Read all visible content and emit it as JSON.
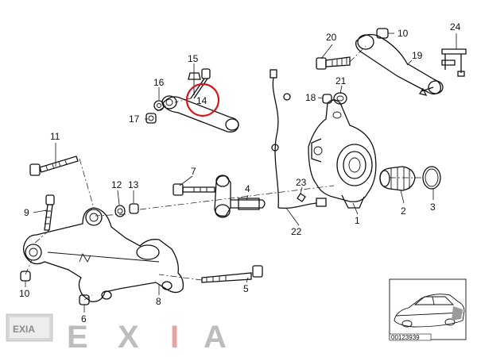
{
  "diagram": {
    "callouts": [
      {
        "id": "c15",
        "text": "15"
      },
      {
        "id": "c16",
        "text": "16"
      },
      {
        "id": "c14",
        "text": "14"
      },
      {
        "id": "c17",
        "text": "17"
      },
      {
        "id": "c20",
        "text": "20"
      },
      {
        "id": "c10a",
        "text": "10"
      },
      {
        "id": "c24",
        "text": "24"
      },
      {
        "id": "c19",
        "text": "19"
      },
      {
        "id": "c21",
        "text": "21"
      },
      {
        "id": "c18",
        "text": "18"
      },
      {
        "id": "c11",
        "text": "11"
      },
      {
        "id": "c7",
        "text": "7"
      },
      {
        "id": "c4",
        "text": "4"
      },
      {
        "id": "c12",
        "text": "12"
      },
      {
        "id": "c13",
        "text": "13"
      },
      {
        "id": "c23",
        "text": "23"
      },
      {
        "id": "c9",
        "text": "9"
      },
      {
        "id": "c2",
        "text": "2"
      },
      {
        "id": "c3",
        "text": "3"
      },
      {
        "id": "c1",
        "text": "1"
      },
      {
        "id": "c22",
        "text": "22"
      },
      {
        "id": "c10b",
        "text": "10"
      },
      {
        "id": "c5",
        "text": "5"
      },
      {
        "id": "c8",
        "text": "8"
      },
      {
        "id": "c6",
        "text": "6"
      }
    ],
    "highlight_color": "#d9151b",
    "inset_code": "00123939"
  },
  "watermark": {
    "logo_small": "EXIA",
    "letters": [
      "E",
      "X",
      "I",
      "A"
    ]
  }
}
